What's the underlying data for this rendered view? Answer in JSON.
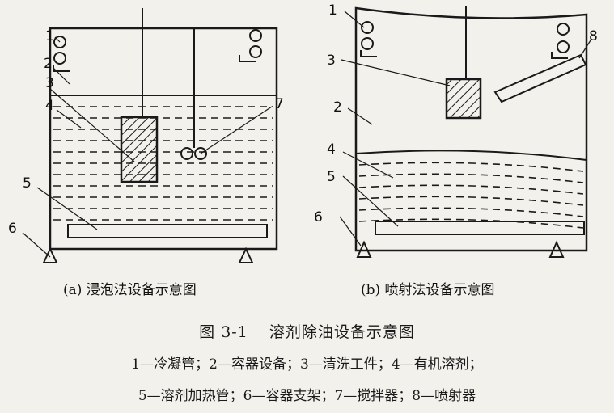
{
  "labels": {
    "a": [
      "1",
      "2",
      "3",
      "4",
      "5",
      "6",
      "7"
    ],
    "b": [
      "1",
      "3",
      "2",
      "4",
      "5",
      "6",
      "8"
    ]
  },
  "caption_a": "(a) 浸泡法设备示意图",
  "caption_b": "(b) 喷射法设备示意图",
  "figure_number": "图 3-1",
  "figure_title": "溶剂除油设备示意图",
  "legend_line1": "1—冷凝管；2—容器设备；3—清洗工件；4—有机溶剂；",
  "legend_line2": "5—溶剂加热管；6—容器支架；7—搅拌器；8—喷射器",
  "colors": {
    "line": "#1a1a1a",
    "background": "#f3f1ec"
  }
}
